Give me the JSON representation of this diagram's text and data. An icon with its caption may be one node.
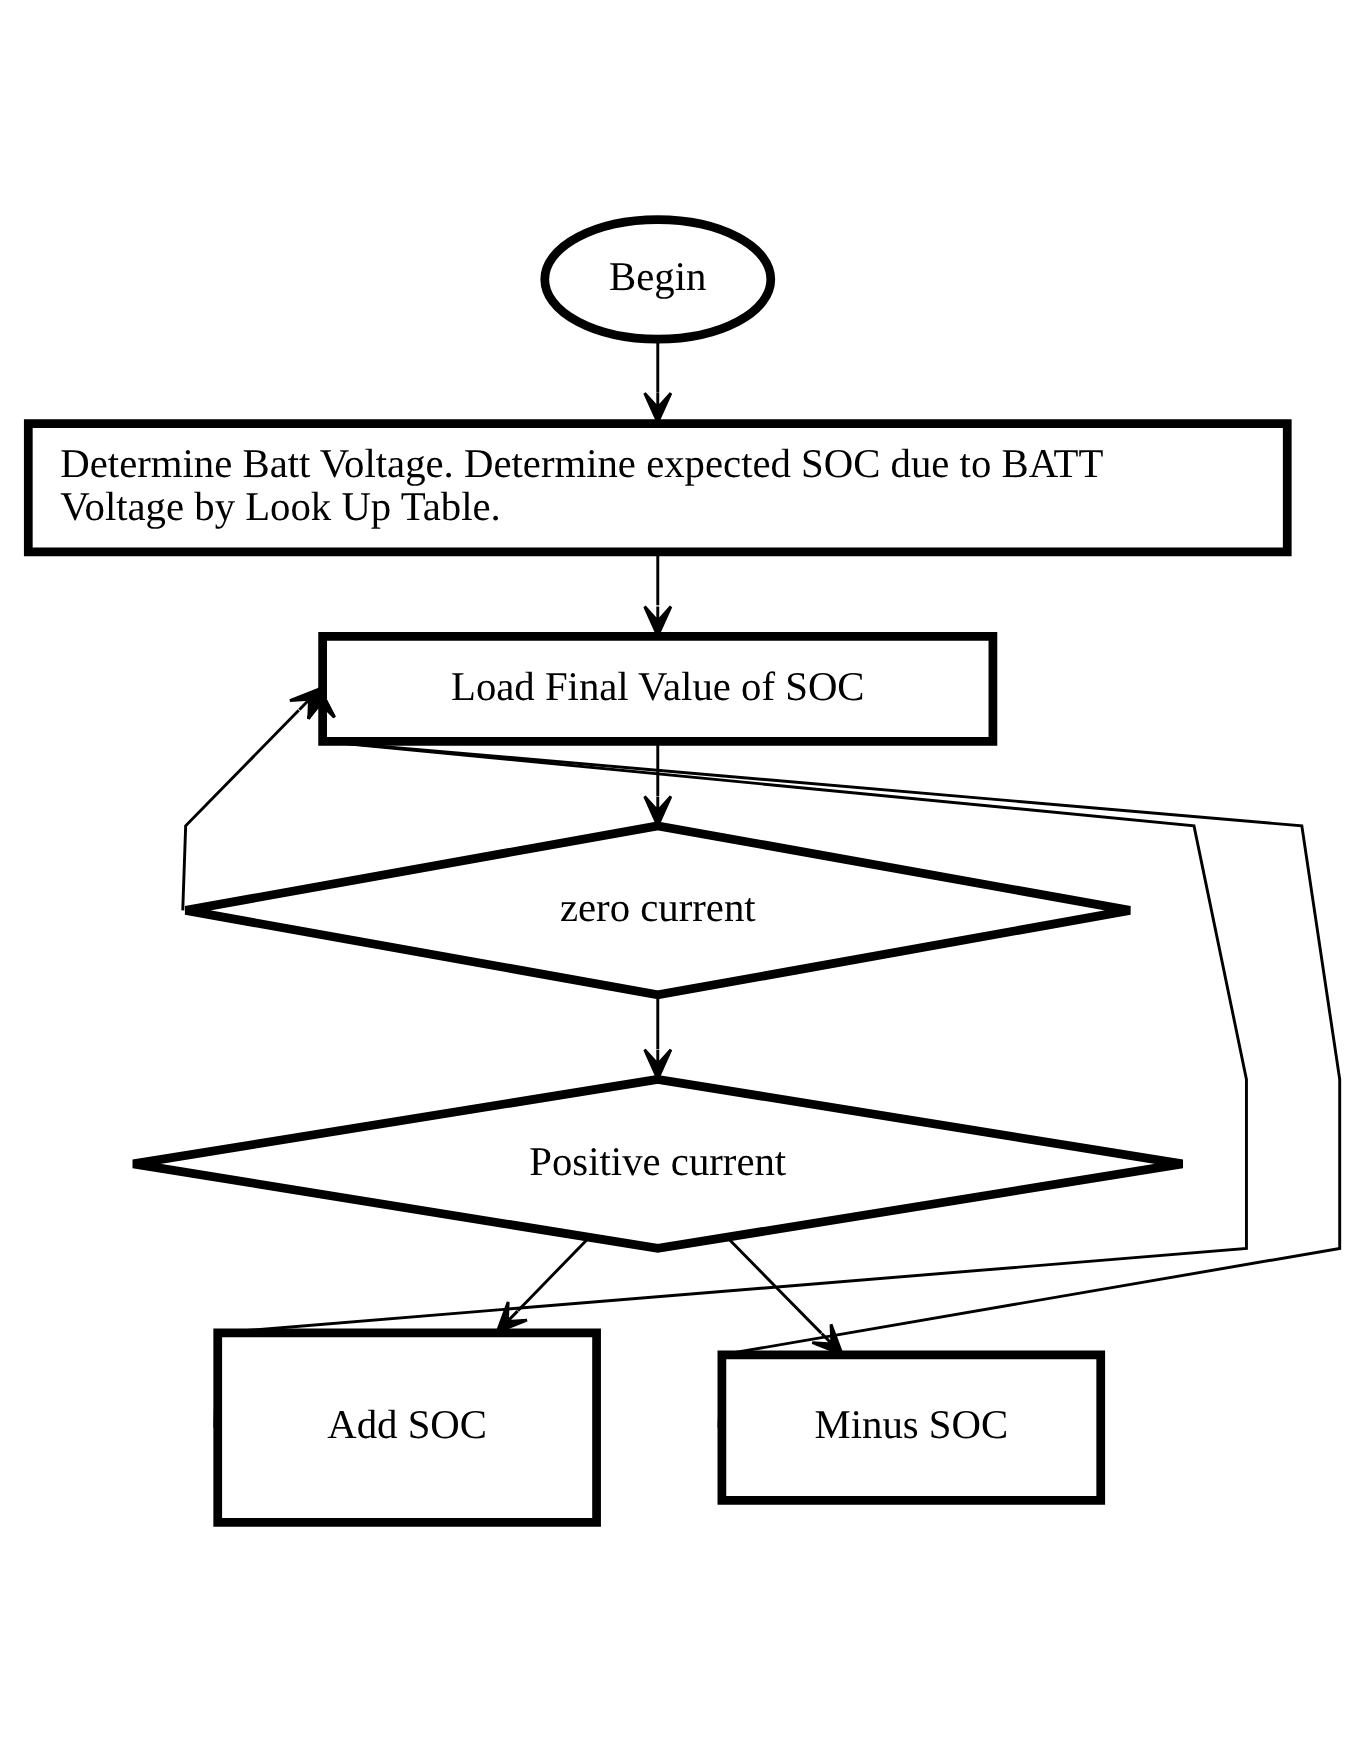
{
  "diagram": {
    "nodes": [
      {
        "text": [
          "Begin"
        ]
      },
      {
        "text": [
          "Determine Batt Voltage. Determine expected SOC due to BATT Voltage by Look Up Table."
        ]
      },
      {
        "text": [
          "Load Final Value of SOC"
        ]
      },
      {
        "text": [
          "zero current"
        ]
      },
      {
        "text": [
          "Positive current"
        ]
      },
      {
        "text": [
          "Add SOC"
        ]
      },
      {
        "text": [
          "Minus SOC"
        ]
      }
    ],
    "edges": [
      {
        "from": 0,
        "to": 1,
        "arrow": "to"
      },
      {
        "from": 1,
        "to": 2,
        "arrow": "to"
      },
      {
        "from": 2,
        "to": 3,
        "arrow": "to"
      },
      {
        "from": 3,
        "to": 2,
        "arrow": "to"
      },
      {
        "from": 3,
        "to": 4,
        "arrow": "to"
      },
      {
        "from": 4,
        "to": 5,
        "arrow": "to"
      },
      {
        "from": 4,
        "to": 6,
        "arrow": "to"
      },
      {
        "from": 5,
        "to": 2,
        "arrow": "to"
      },
      {
        "from": 6,
        "to": 2,
        "arrow": "to"
      }
    ]
  }
}
